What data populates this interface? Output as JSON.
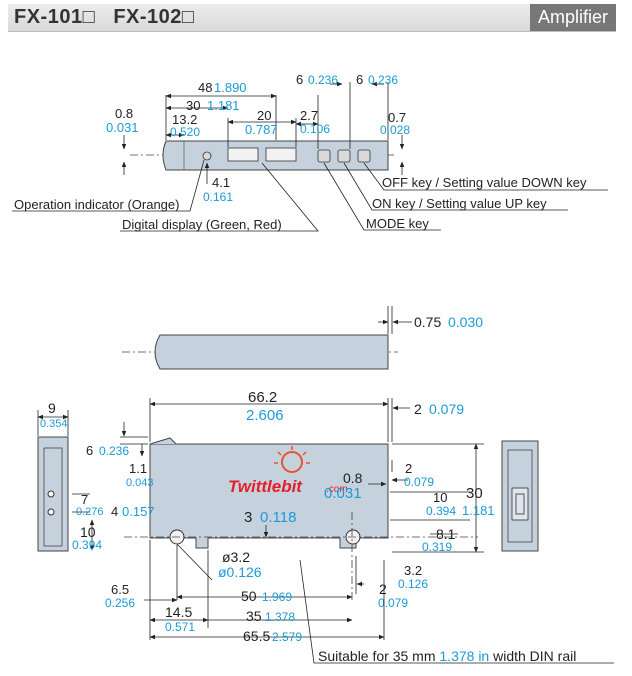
{
  "header": {
    "title": "FX-101□   FX-102□",
    "tag": "Amplifier"
  },
  "colors": {
    "dim_inch": "#1a9bd6",
    "dim_mm": "#222222",
    "body_fill": "#c6d1de",
    "header_tag": "#777777"
  },
  "watermark": "Twittlebit",
  "watermark_sub": ".com",
  "top_view": {
    "dims": {
      "d48": "48",
      "d48_in": "1.890",
      "d30": "30",
      "d30_in": "1.181",
      "d13_2": "13.2",
      "d13_2_in": "0.520",
      "d20": "20",
      "d20_in": "0.787",
      "d2_7": "2.7",
      "d2_7_in": "0.106",
      "d6a": "6",
      "d6a_in": "0.236",
      "d6b": "6",
      "d6b_in": "0.236",
      "d0_8": "0.8",
      "d0_8_in": "0.031",
      "d0_7": "0.7",
      "d0_7_in": "0.028",
      "d4_1": "4.1",
      "d4_1_in": "0.161"
    },
    "callouts": {
      "off_key": "OFF key / Setting value DOWN key",
      "on_key": "ON key / Setting value UP key",
      "mode_key": "MODE key",
      "op_indicator": "Operation indicator (Orange)",
      "digital_display": "Digital display (Green, Red)"
    }
  },
  "side_view": {
    "d0_75": "0.75",
    "d0_75_in": "0.030"
  },
  "front_view": {
    "d66_2": "66.2",
    "d66_2_in": "2.606",
    "d2": "2",
    "d2_in": "0.079",
    "d9": "9",
    "d9_in": "0.354",
    "d6": "6",
    "d6_in": "0.236",
    "d1_1": "1.1",
    "d1_1_in": "0.043",
    "d7": "7",
    "d7_in": "0.276",
    "d4": "4",
    "d4_in": "0.157",
    "d10l": "10",
    "d10l_in": "0.394",
    "d3": "3",
    "d3_in": "0.118",
    "d0_8": "0.8",
    "d0_8_in": "0.031",
    "d2b": "2",
    "d2b_in": "0.079",
    "d10r": "10",
    "d10r_in": "0.394",
    "d30": "30",
    "d30_in": "1.181",
    "d8_1": "8.1",
    "d8_1_in": "0.319",
    "d3_2": "3.2",
    "d3_2_in": "0.126",
    "d2c": "2",
    "d2c_in": "0.079",
    "hole": "ø3.2",
    "hole_in": "ø0.126",
    "d6_5": "6.5",
    "d6_5_in": "0.256",
    "d50": "50",
    "d50_in": "1.969",
    "d14_5": "14.5",
    "d14_5_in": "0.571",
    "d35": "35",
    "d35_in": "1.378",
    "d65_5": "65.5",
    "d65_5_in": "2.579",
    "din_a": "Suitable for 35 mm ",
    "din_b": "1.378 in",
    "din_c": " width DIN rail"
  }
}
